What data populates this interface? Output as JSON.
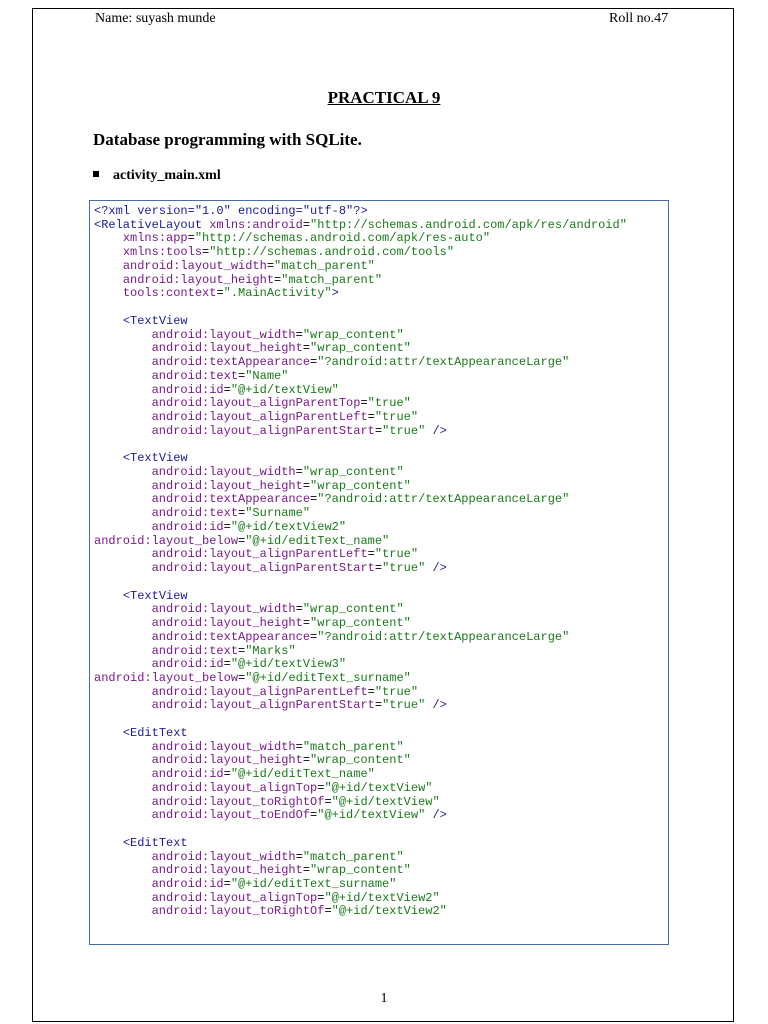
{
  "header": {
    "name": "Name: suyash munde",
    "roll": "Roll no.47"
  },
  "title": "PRACTICAL 9",
  "subtitle": "Database programming with SQLite.",
  "bullet": "activity_main.xml",
  "page_number": "1",
  "colors": {
    "tag": "#1c1c9a",
    "attribute": "#7a1a8a",
    "value": "#1a7a1a",
    "border": "#4a6aa8"
  },
  "code_lines": [
    [
      [
        "t",
        "<?xml version=\"1.0\" encoding=\"utf-8\"?>"
      ]
    ],
    [
      [
        "t",
        "<RelativeLayout "
      ],
      [
        "a",
        "xmlns:android"
      ],
      [
        "p",
        "="
      ],
      [
        "v",
        "\"http://schemas.android.com/apk/res/android\""
      ]
    ],
    [
      [
        "p",
        "    "
      ],
      [
        "a",
        "xmlns:app"
      ],
      [
        "p",
        "="
      ],
      [
        "v",
        "\"http://schemas.android.com/apk/res-auto\""
      ]
    ],
    [
      [
        "p",
        "    "
      ],
      [
        "a",
        "xmlns:tools"
      ],
      [
        "p",
        "="
      ],
      [
        "v",
        "\"http://schemas.android.com/tools\""
      ]
    ],
    [
      [
        "p",
        "    "
      ],
      [
        "a",
        "android:layout_width"
      ],
      [
        "p",
        "="
      ],
      [
        "v",
        "\"match_parent\""
      ]
    ],
    [
      [
        "p",
        "    "
      ],
      [
        "a",
        "android:layout_height"
      ],
      [
        "p",
        "="
      ],
      [
        "v",
        "\"match_parent\""
      ]
    ],
    [
      [
        "p",
        "    "
      ],
      [
        "a",
        "tools:context"
      ],
      [
        "p",
        "="
      ],
      [
        "v",
        "\".MainActivity\""
      ],
      [
        "t",
        ">"
      ]
    ],
    [
      [
        "p",
        ""
      ]
    ],
    [
      [
        "p",
        "    "
      ],
      [
        "t",
        "<TextView"
      ]
    ],
    [
      [
        "p",
        "        "
      ],
      [
        "a",
        "android:layout_width"
      ],
      [
        "p",
        "="
      ],
      [
        "v",
        "\"wrap_content\""
      ]
    ],
    [
      [
        "p",
        "        "
      ],
      [
        "a",
        "android:layout_height"
      ],
      [
        "p",
        "="
      ],
      [
        "v",
        "\"wrap_content\""
      ]
    ],
    [
      [
        "p",
        "        "
      ],
      [
        "a",
        "android:textAppearance"
      ],
      [
        "p",
        "="
      ],
      [
        "v",
        "\"?android:attr/textAppearanceLarge\""
      ]
    ],
    [
      [
        "p",
        "        "
      ],
      [
        "a",
        "android:text"
      ],
      [
        "p",
        "="
      ],
      [
        "v",
        "\"Name\""
      ]
    ],
    [
      [
        "p",
        "        "
      ],
      [
        "a",
        "android:id"
      ],
      [
        "p",
        "="
      ],
      [
        "v",
        "\"@+id/textView\""
      ]
    ],
    [
      [
        "p",
        "        "
      ],
      [
        "a",
        "android:layout_alignParentTop"
      ],
      [
        "p",
        "="
      ],
      [
        "v",
        "\"true\""
      ]
    ],
    [
      [
        "p",
        "        "
      ],
      [
        "a",
        "android:layout_alignParentLeft"
      ],
      [
        "p",
        "="
      ],
      [
        "v",
        "\"true\""
      ]
    ],
    [
      [
        "p",
        "        "
      ],
      [
        "a",
        "android:layout_alignParentStart"
      ],
      [
        "p",
        "="
      ],
      [
        "v",
        "\"true\""
      ],
      [
        "t",
        " />"
      ]
    ],
    [
      [
        "p",
        ""
      ]
    ],
    [
      [
        "p",
        "    "
      ],
      [
        "t",
        "<TextView"
      ]
    ],
    [
      [
        "p",
        "        "
      ],
      [
        "a",
        "android:layout_width"
      ],
      [
        "p",
        "="
      ],
      [
        "v",
        "\"wrap_content\""
      ]
    ],
    [
      [
        "p",
        "        "
      ],
      [
        "a",
        "android:layout_height"
      ],
      [
        "p",
        "="
      ],
      [
        "v",
        "\"wrap_content\""
      ]
    ],
    [
      [
        "p",
        "        "
      ],
      [
        "a",
        "android:textAppearance"
      ],
      [
        "p",
        "="
      ],
      [
        "v",
        "\"?android:attr/textAppearanceLarge\""
      ]
    ],
    [
      [
        "p",
        "        "
      ],
      [
        "a",
        "android:text"
      ],
      [
        "p",
        "="
      ],
      [
        "v",
        "\"Surname\""
      ]
    ],
    [
      [
        "p",
        "        "
      ],
      [
        "a",
        "android:id"
      ],
      [
        "p",
        "="
      ],
      [
        "v",
        "\"@+id/textView2\""
      ]
    ],
    [
      [
        "a",
        "android:layout_below"
      ],
      [
        "p",
        "="
      ],
      [
        "v",
        "\"@+id/editText_name\""
      ]
    ],
    [
      [
        "p",
        "        "
      ],
      [
        "a",
        "android:layout_alignParentLeft"
      ],
      [
        "p",
        "="
      ],
      [
        "v",
        "\"true\""
      ]
    ],
    [
      [
        "p",
        "        "
      ],
      [
        "a",
        "android:layout_alignParentStart"
      ],
      [
        "p",
        "="
      ],
      [
        "v",
        "\"true\""
      ],
      [
        "t",
        " />"
      ]
    ],
    [
      [
        "p",
        ""
      ]
    ],
    [
      [
        "p",
        "    "
      ],
      [
        "t",
        "<TextView"
      ]
    ],
    [
      [
        "p",
        "        "
      ],
      [
        "a",
        "android:layout_width"
      ],
      [
        "p",
        "="
      ],
      [
        "v",
        "\"wrap_content\""
      ]
    ],
    [
      [
        "p",
        "        "
      ],
      [
        "a",
        "android:layout_height"
      ],
      [
        "p",
        "="
      ],
      [
        "v",
        "\"wrap_content\""
      ]
    ],
    [
      [
        "p",
        "        "
      ],
      [
        "a",
        "android:textAppearance"
      ],
      [
        "p",
        "="
      ],
      [
        "v",
        "\"?android:attr/textAppearanceLarge\""
      ]
    ],
    [
      [
        "p",
        "        "
      ],
      [
        "a",
        "android:text"
      ],
      [
        "p",
        "="
      ],
      [
        "v",
        "\"Marks\""
      ]
    ],
    [
      [
        "p",
        "        "
      ],
      [
        "a",
        "android:id"
      ],
      [
        "p",
        "="
      ],
      [
        "v",
        "\"@+id/textView3\""
      ]
    ],
    [
      [
        "a",
        "android:layout_below"
      ],
      [
        "p",
        "="
      ],
      [
        "v",
        "\"@+id/editText_surname\""
      ]
    ],
    [
      [
        "p",
        "        "
      ],
      [
        "a",
        "android:layout_alignParentLeft"
      ],
      [
        "p",
        "="
      ],
      [
        "v",
        "\"true\""
      ]
    ],
    [
      [
        "p",
        "        "
      ],
      [
        "a",
        "android:layout_alignParentStart"
      ],
      [
        "p",
        "="
      ],
      [
        "v",
        "\"true\""
      ],
      [
        "t",
        " />"
      ]
    ],
    [
      [
        "p",
        ""
      ]
    ],
    [
      [
        "p",
        "    "
      ],
      [
        "t",
        "<EditText"
      ]
    ],
    [
      [
        "p",
        "        "
      ],
      [
        "a",
        "android:layout_width"
      ],
      [
        "p",
        "="
      ],
      [
        "v",
        "\"match_parent\""
      ]
    ],
    [
      [
        "p",
        "        "
      ],
      [
        "a",
        "android:layout_height"
      ],
      [
        "p",
        "="
      ],
      [
        "v",
        "\"wrap_content\""
      ]
    ],
    [
      [
        "p",
        "        "
      ],
      [
        "a",
        "android:id"
      ],
      [
        "p",
        "="
      ],
      [
        "v",
        "\"@+id/editText_name\""
      ]
    ],
    [
      [
        "p",
        "        "
      ],
      [
        "a",
        "android:layout_alignTop"
      ],
      [
        "p",
        "="
      ],
      [
        "v",
        "\"@+id/textView\""
      ]
    ],
    [
      [
        "p",
        "        "
      ],
      [
        "a",
        "android:layout_toRightOf"
      ],
      [
        "p",
        "="
      ],
      [
        "v",
        "\"@+id/textView\""
      ]
    ],
    [
      [
        "p",
        "        "
      ],
      [
        "a",
        "android:layout_toEndOf"
      ],
      [
        "p",
        "="
      ],
      [
        "v",
        "\"@+id/textView\""
      ],
      [
        "t",
        " />"
      ]
    ],
    [
      [
        "p",
        ""
      ]
    ],
    [
      [
        "p",
        "    "
      ],
      [
        "t",
        "<EditText"
      ]
    ],
    [
      [
        "p",
        "        "
      ],
      [
        "a",
        "android:layout_width"
      ],
      [
        "p",
        "="
      ],
      [
        "v",
        "\"match_parent\""
      ]
    ],
    [
      [
        "p",
        "        "
      ],
      [
        "a",
        "android:layout_height"
      ],
      [
        "p",
        "="
      ],
      [
        "v",
        "\"wrap_content\""
      ]
    ],
    [
      [
        "p",
        "        "
      ],
      [
        "a",
        "android:id"
      ],
      [
        "p",
        "="
      ],
      [
        "v",
        "\"@+id/editText_surname\""
      ]
    ],
    [
      [
        "p",
        "        "
      ],
      [
        "a",
        "android:layout_alignTop"
      ],
      [
        "p",
        "="
      ],
      [
        "v",
        "\"@+id/textView2\""
      ]
    ],
    [
      [
        "p",
        "        "
      ],
      [
        "a",
        "android:layout_toRightOf"
      ],
      [
        "p",
        "="
      ],
      [
        "v",
        "\"@+id/textView2\""
      ]
    ]
  ]
}
